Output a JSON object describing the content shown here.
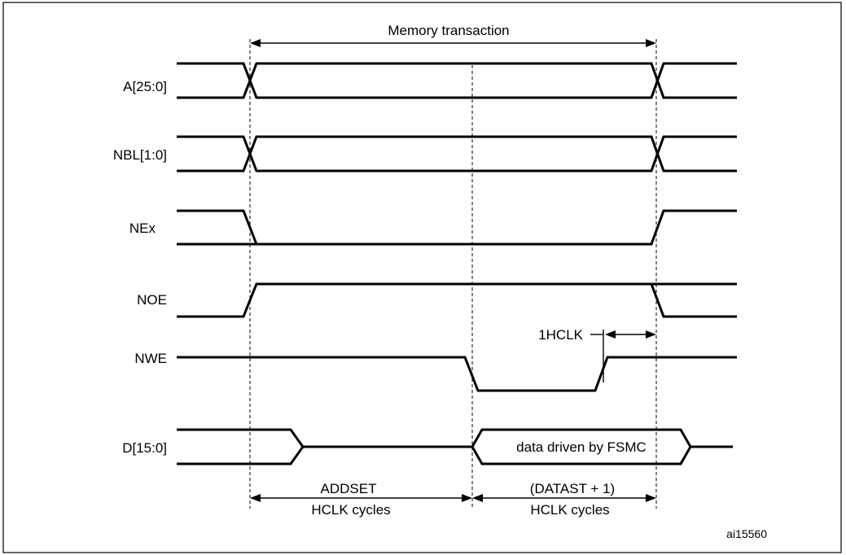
{
  "signals": [
    {
      "key": "addr",
      "label": "A[25:0]",
      "type": "bus"
    },
    {
      "key": "nbl",
      "label": "NBL[1:0]",
      "type": "bus"
    },
    {
      "key": "nex",
      "label": "NEx",
      "type": "logic"
    },
    {
      "key": "noe",
      "label": "NOE",
      "type": "logic"
    },
    {
      "key": "nwe",
      "label": "NWE",
      "type": "logic"
    },
    {
      "key": "data",
      "label": "D[15:0]",
      "type": "bus"
    }
  ],
  "annotations": {
    "memory_transaction": "Memory transaction",
    "one_hclk": "1HCLK",
    "data_driven": "data driven by FSMC",
    "addset": "ADDSET",
    "addset_unit": "HCLK cycles",
    "datast": "(DATAST + 1)",
    "datast_unit": "HCLK cycles"
  },
  "figure_id": "ai15560"
}
